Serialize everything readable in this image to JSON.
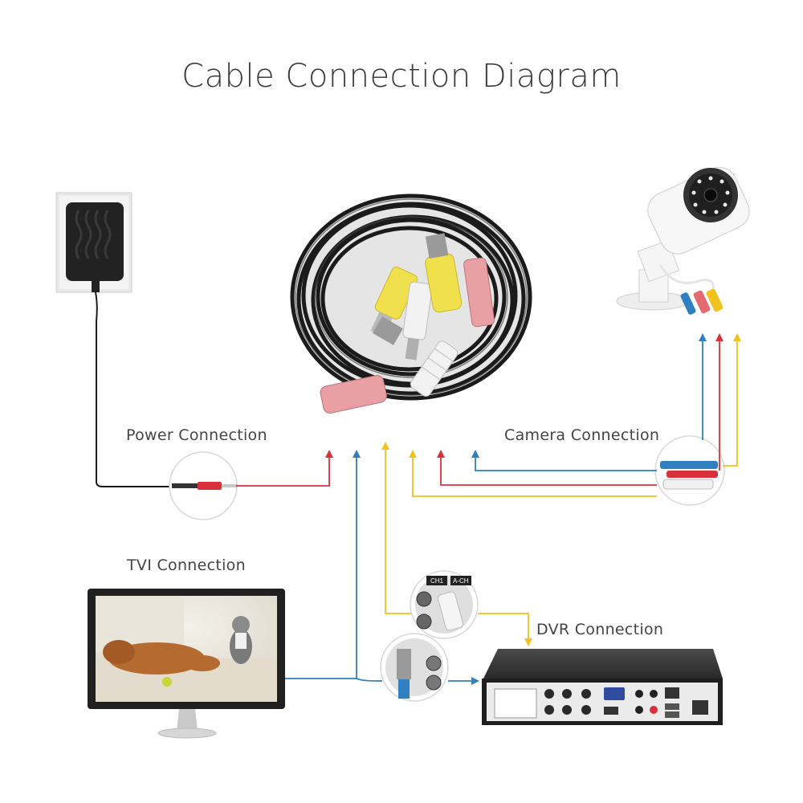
{
  "title": "Cable Connection Diagram",
  "labels": {
    "power": "Power Connection",
    "camera": "Camera Connection",
    "tvi": "TVI Connection",
    "dvr": "DVR Connection"
  },
  "dvr_port_labels": {
    "ch1": "CH1",
    "audio": "A-CH"
  },
  "colors": {
    "power_line": "#d9313b",
    "video_line": "#2f7fc1",
    "audio_line": "#f1c21b",
    "cable": "#1b1b1b",
    "connector_yellow": "#f1e04d",
    "connector_red": "#e8a0a4",
    "connector_white": "#f2f2f2",
    "monitor_bezel": "#202020"
  },
  "icons": [
    "power-adapter-icon",
    "coaxial-cable-icon",
    "security-camera-icon",
    "monitor-icon",
    "dvr-recorder-icon"
  ]
}
